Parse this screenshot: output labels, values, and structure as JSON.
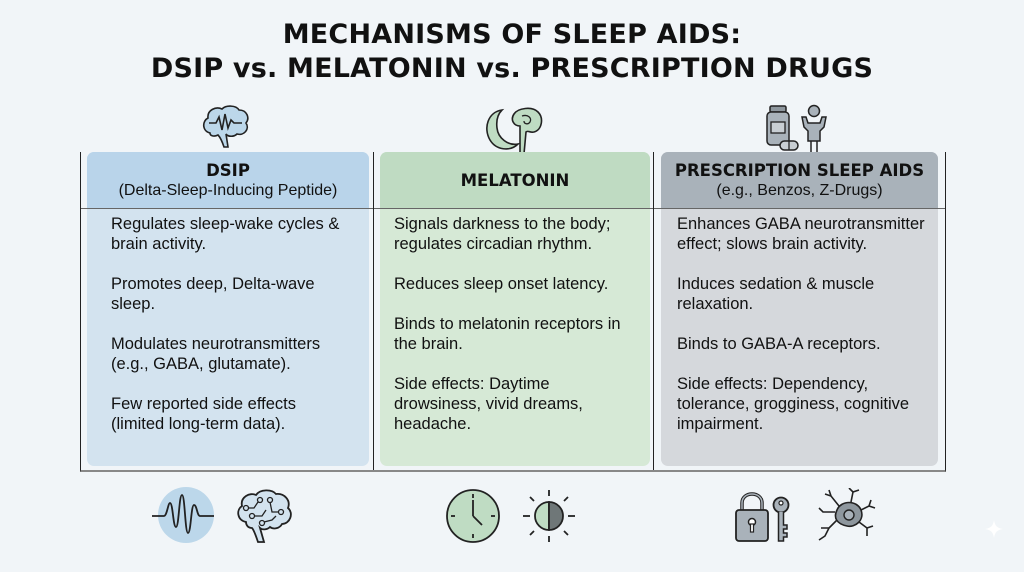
{
  "title": {
    "line1": "MECHANISMS OF SLEEP AIDS:",
    "line2": "DSIP vs. MELATONIN vs. PRESCRIPTION DRUGS"
  },
  "columns": [
    {
      "name": "DSIP",
      "subtitle": "(Delta-Sleep-Inducing Peptide)",
      "color_header": "#b9d4ea",
      "color_body": "#d3e3ef",
      "top_icon": "brain-wave-icon",
      "points": [
        "Regulates sleep-wake cycles & brain activity.",
        "Promotes deep, Delta-wave sleep.",
        "Modulates neurotransmitters (e.g., GABA, glutamate).",
        "Few reported side effects (limited long-term data)."
      ],
      "bottom_icons": [
        "delta-wave-icon",
        "circuit-brain-icon"
      ]
    },
    {
      "name": "MELATONIN",
      "subtitle": "",
      "color_header": "#bfdbc2",
      "color_body": "#d6e9d6",
      "top_icon": "moon-and-pineal-brain-icon",
      "points": [
        "Signals darkness to the body; regulates circadian rhythm.",
        "Reduces sleep onset latency.",
        "Binds to melatonin receptors in the brain.",
        "Side effects: Daytime drowsiness, vivid dreams, headache."
      ],
      "bottom_icons": [
        "clock-icon",
        "day-night-sun-icon"
      ]
    },
    {
      "name": "PRESCRIPTION SLEEP AIDS",
      "subtitle": "(e.g., Benzos, Z-Drugs)",
      "color_header": "#a9b2ba",
      "color_body": "#d5d8dc",
      "top_icon": "pill-bottle-and-person-icon",
      "points": [
        "Enhances GABA neurotransmitter effect; slows brain activity.",
        "Induces sedation & muscle relaxation.",
        "Binds to GABA-A receptors.",
        "Side effects: Dependency, tolerance, grogginess, cognitive impairment."
      ],
      "bottom_icons": [
        "lock-and-key-icon",
        "neuron-icon"
      ]
    }
  ]
}
